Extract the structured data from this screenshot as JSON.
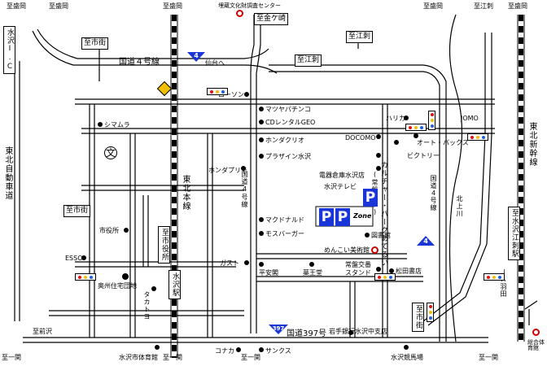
{
  "directions": {
    "morioka_top_left": "至盛岡",
    "morioka_top": "至盛岡",
    "morioka_mid": "至盛岡",
    "morioka_right": "至盛岡",
    "esashi_top": "至江刺",
    "esashi_arrow": "至江刺",
    "esashi_road": "至江刺",
    "kanegasaki": "至金ケ崎",
    "shigai_top": "至市街",
    "shigai_left": "至市街",
    "shiyakusho": "至市役所",
    "ichinoseki_left": "至一関",
    "ichinoseki_1": "至一関",
    "ichinoseki_2": "至一関",
    "ichinoseki_right": "至一関",
    "maesawa": "至前沢",
    "sendai": "仙台へ",
    "esashi_station": "至水沢江刺駅",
    "shigai_right": "至市街"
  },
  "roads": {
    "national4_top": "国道４号線",
    "national4_mid": "国道4号線",
    "national4_right": "国道４号線",
    "national397": "国道397号",
    "tohoku_expressway": "東北自動車道",
    "tohoku_line": "東北本線",
    "tohoku_shinkansen": "東北新幹線",
    "kitakamigawa": "北上川",
    "jogaki_dori": "(常盤通り)",
    "mizusawa_ic": "水沢I.C"
  },
  "route_shields": {
    "r4_a": "4",
    "r4_b": "4",
    "r397": "397"
  },
  "landmarks": {
    "maibunsenter": "埋蔵文化財調査センター",
    "lawson": "ローソン",
    "matsuya": "マツヤパチンコ",
    "geo": "CDレンタルGEO",
    "honda_clio": "ホンダクリオ",
    "plazine": "プラザイン水沢",
    "honda_primo": "ホンダプリモ",
    "docomo": "DOCOMO",
    "denkasouko": "電器倉庫水沢店",
    "mizusawa_tv": "水沢テレビ",
    "mcdonalds": "マクドナルド",
    "mos": "モスバーガー",
    "toshokan": "図書館",
    "menkoi": "めんこい美術館",
    "gust": "ガスト",
    "heian": "平安閣",
    "yakuodo": "薬王堂",
    "joban_stand": "常盤交番",
    "stand": "スタンド",
    "matsuda": "松田書店",
    "harika": "ハリカ",
    "autobacs": "オート・バックス",
    "victory": "ビクトリー",
    "jomo": "JOMO",
    "shimamura": "シマムラ",
    "shiyakusho": "市役所",
    "esso": "ESSO",
    "ouju": "奥州住宅団地",
    "takakyo": "タカトヨ",
    "mizusawa_eki": "水沢駅",
    "iwate_bank": "岩手銀行水沢中支店",
    "konaka": "コナカ",
    "sunks": "サンクス",
    "taiikukan": "水沢市体育館",
    "keibajo": "水沢競馬場",
    "ja": "ＪＡ羽田",
    "sogo": "総合体育館",
    "culture_park": "カルチャー・パークあてるい",
    "zone_logo": "Zone"
  },
  "parking": {
    "p1": "P",
    "p2": "P",
    "p3": "P"
  },
  "colors": {
    "road": "#000000",
    "parking": "#1b36d8",
    "shield_blue": "#1b36d8",
    "marker_red": "#d40000",
    "signal_red": "#e01010",
    "signal_yellow": "#f0c000",
    "signal_blue": "#2060e0"
  }
}
